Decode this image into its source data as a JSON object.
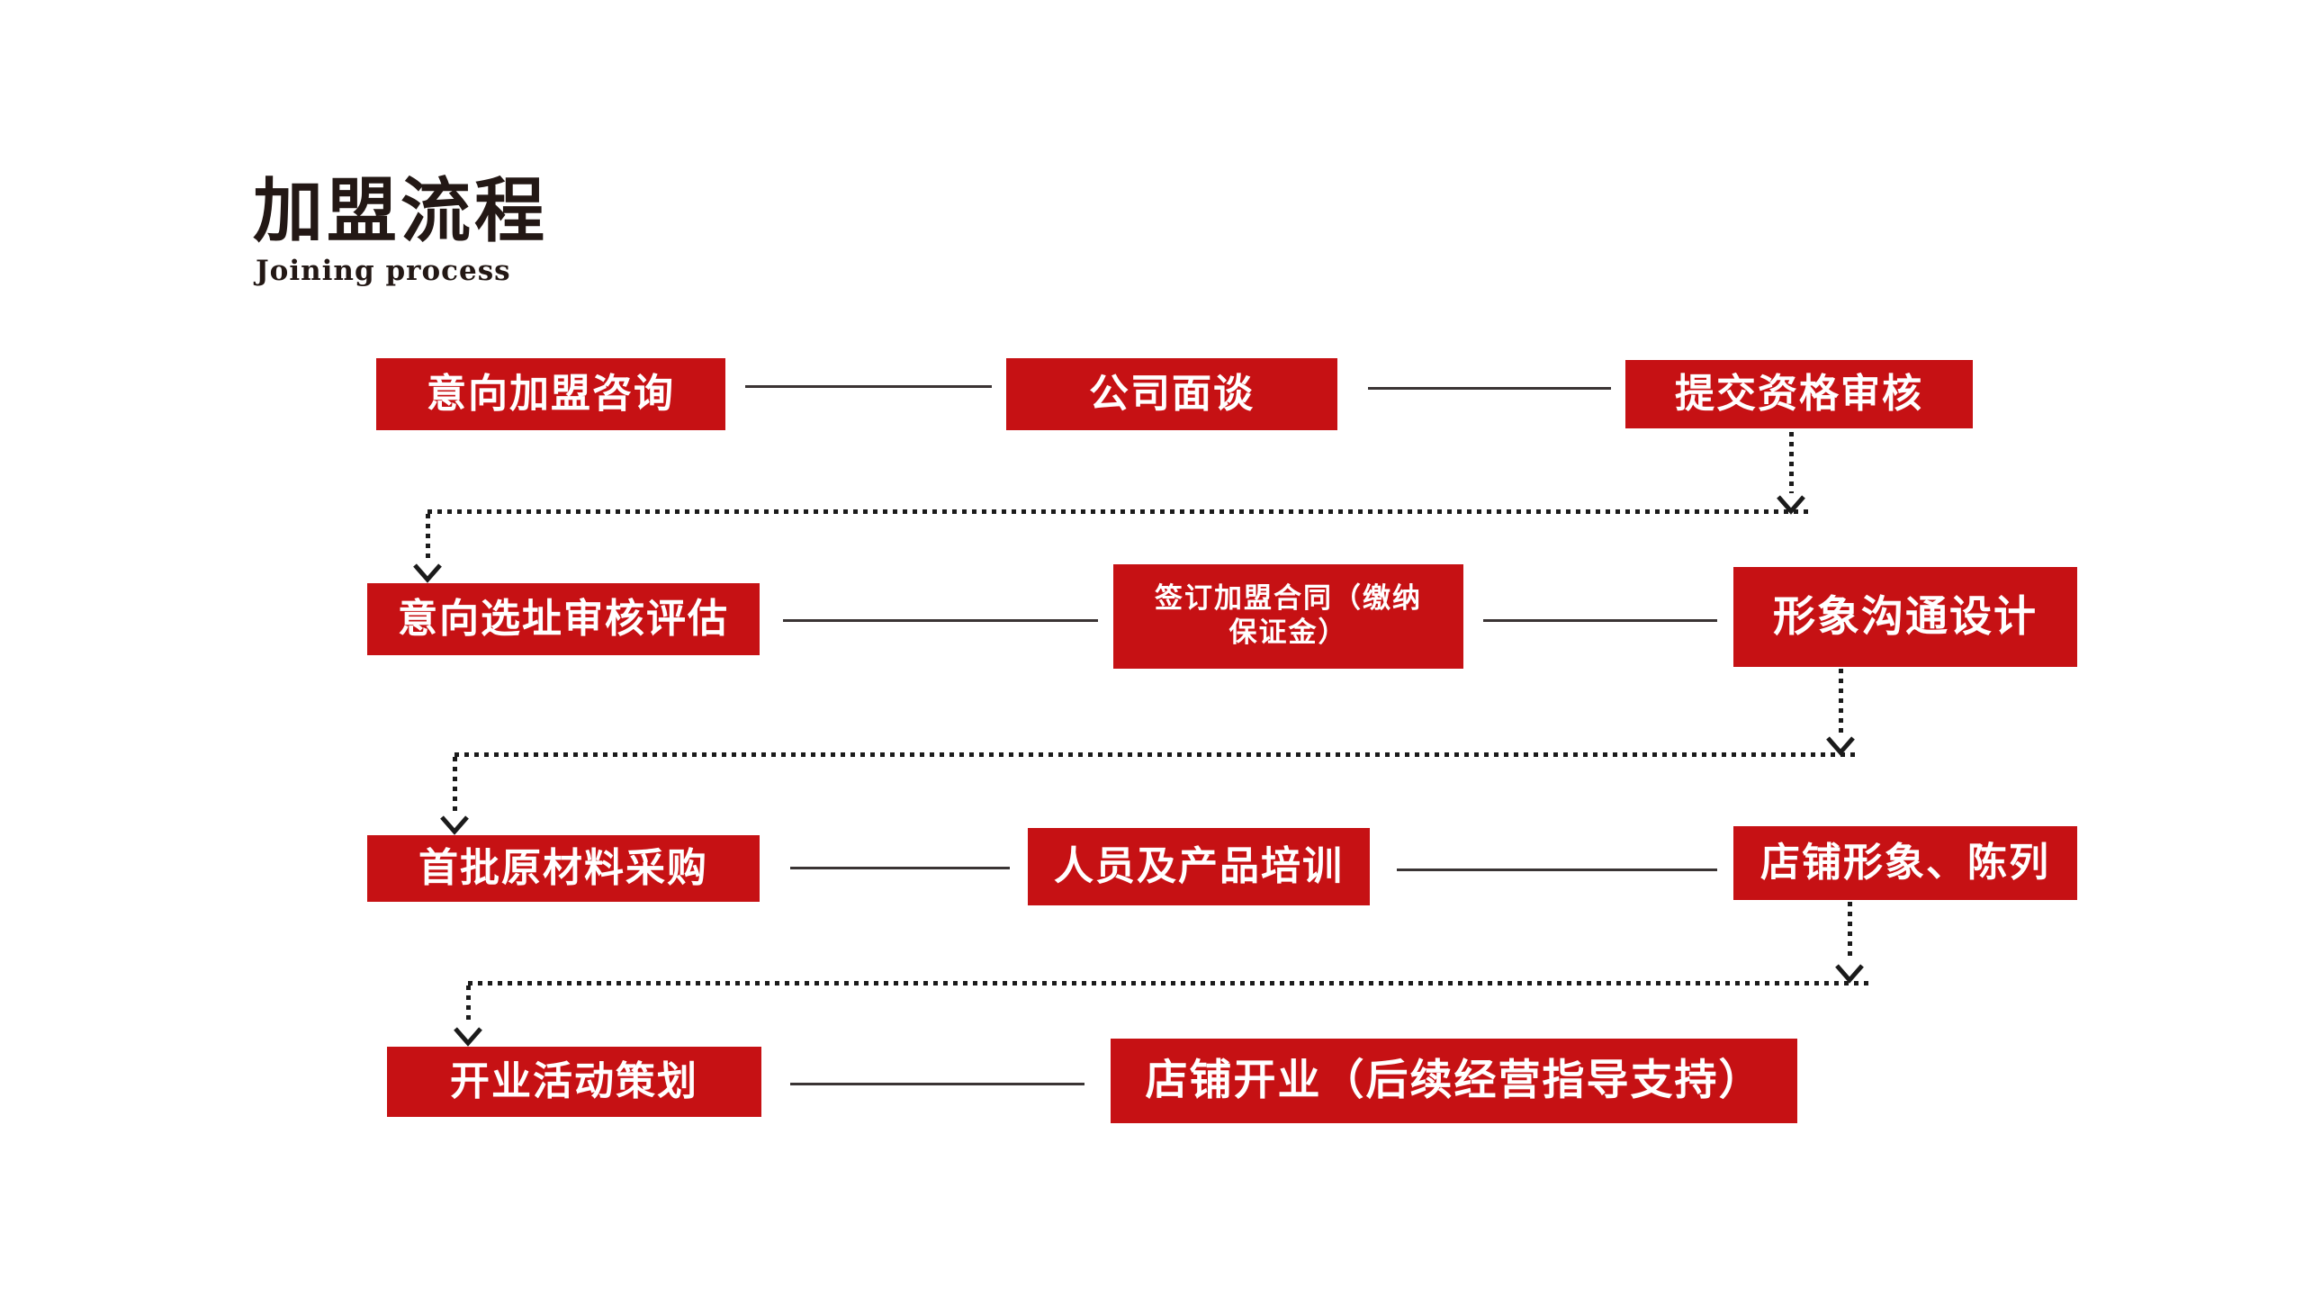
{
  "title": {
    "zh": "加盟流程",
    "en": "Joining process"
  },
  "colors": {
    "brand_red": "#C61114",
    "box_text": "#FFFFFF",
    "title_text": "#231815",
    "solid_line": "#3A3434",
    "dotted_line": "#1B1B1B",
    "background": "#FFFFFF"
  },
  "flowchart": {
    "boxes": [
      {
        "label": "意向加盟咨询"
      },
      {
        "label": "公司面谈"
      },
      {
        "label": "提交资格审核"
      },
      {
        "label": "意向选址审核评估"
      },
      {
        "label": "签订加盟合同（缴纳\n保证金）"
      },
      {
        "label": "形象沟通设计"
      },
      {
        "label": "首批原材料采购"
      },
      {
        "label": "人员及产品培训"
      },
      {
        "label": "店铺形象、陈列"
      },
      {
        "label": "开业活动策划"
      },
      {
        "label": "店铺开业（后续经营指导支持）"
      }
    ]
  }
}
